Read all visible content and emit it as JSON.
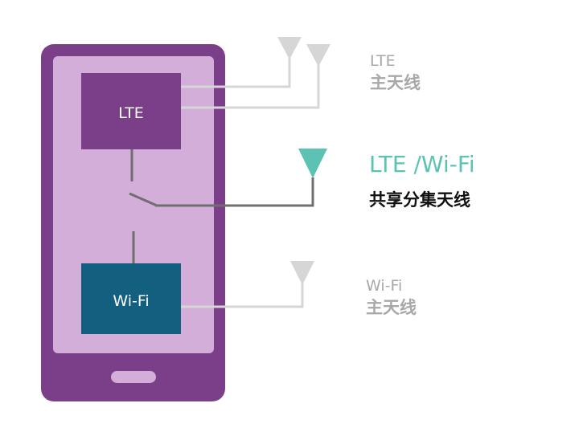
{
  "modules": {
    "lte": "LTE",
    "wifi": "Wi-Fi"
  },
  "labels": {
    "lte_main": {
      "line1": "LTE",
      "line2": "主天线"
    },
    "shared": {
      "line1": "LTE /Wi-Fi",
      "line2": "共享分集天线"
    },
    "wifi_main": {
      "line1": "Wi-Fi",
      "line2": "主天线"
    }
  },
  "colors": {
    "phone_body": "#7b3f8a",
    "screen": "#d2aed8",
    "lte_module": "#7b3f8a",
    "wifi_module": "#135f80",
    "shared_antenna": "#5bc2b4",
    "main_antenna": "#d6d6d6",
    "gray_text": "#a8a8a8",
    "wire_dark": "#6f6f6f"
  }
}
